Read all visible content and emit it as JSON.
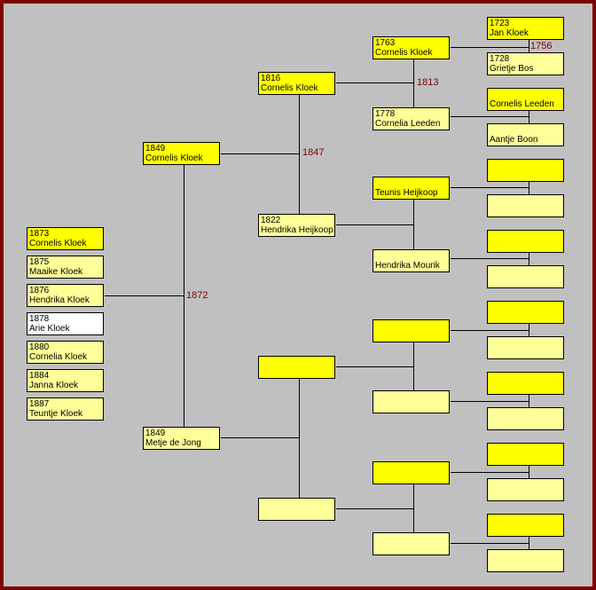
{
  "children": [
    {
      "year": "1873",
      "name": "Cornelis Kloek"
    },
    {
      "year": "1875",
      "name": "Maaike Kloek"
    },
    {
      "year": "1876",
      "name": "Hendrika Kloek"
    },
    {
      "year": "1878",
      "name": "Arie Kloek"
    },
    {
      "year": "1880",
      "name": "Cornelia Kloek"
    },
    {
      "year": "1884",
      "name": "Janna Kloek"
    },
    {
      "year": "1887",
      "name": "Teuntje Kloek"
    }
  ],
  "gen1": [
    {
      "year": "1849",
      "name": "Cornelis Kloek"
    },
    {
      "year": "1849",
      "name": "Metje de Jong"
    }
  ],
  "gen2": [
    {
      "year": "1816",
      "name": "Cornelis Kloek"
    },
    {
      "year": "1822",
      "name": "Hendrika Heijkoop"
    },
    {
      "year": "",
      "name": ""
    },
    {
      "year": "",
      "name": ""
    }
  ],
  "gen3": [
    {
      "year": "1763",
      "name": "Cornelis Kloek"
    },
    {
      "year": "1778",
      "name": "Cornelia Leeden"
    },
    {
      "year": "",
      "name": "Teunis Heijkoop"
    },
    {
      "year": "",
      "name": "Hendrika Mourik"
    },
    {
      "year": "",
      "name": ""
    },
    {
      "year": "",
      "name": ""
    },
    {
      "year": "",
      "name": ""
    },
    {
      "year": "",
      "name": ""
    }
  ],
  "gen4": [
    {
      "year": "1723",
      "name": "Jan Kloek"
    },
    {
      "year": "1728",
      "name": "Grietje Bos"
    },
    {
      "year": "",
      "name": "Cornelis Leeden"
    },
    {
      "year": "",
      "name": "Aantje Boon"
    },
    {
      "year": "",
      "name": ""
    },
    {
      "year": "",
      "name": ""
    },
    {
      "year": "",
      "name": ""
    },
    {
      "year": "",
      "name": ""
    },
    {
      "year": "",
      "name": ""
    },
    {
      "year": "",
      "name": ""
    },
    {
      "year": "",
      "name": ""
    },
    {
      "year": "",
      "name": ""
    },
    {
      "year": "",
      "name": ""
    },
    {
      "year": "",
      "name": ""
    },
    {
      "year": "",
      "name": ""
    },
    {
      "year": "",
      "name": ""
    }
  ],
  "marriages": {
    "gen1": "1872",
    "gen2_0": "1847",
    "gen3_0": "1813",
    "gen4_0": "1756"
  },
  "colors": {
    "male": "#ffff00",
    "female": "#ffff99",
    "unknown": "#ffffff",
    "frame": "#800000",
    "marriage_year": "#800000"
  }
}
